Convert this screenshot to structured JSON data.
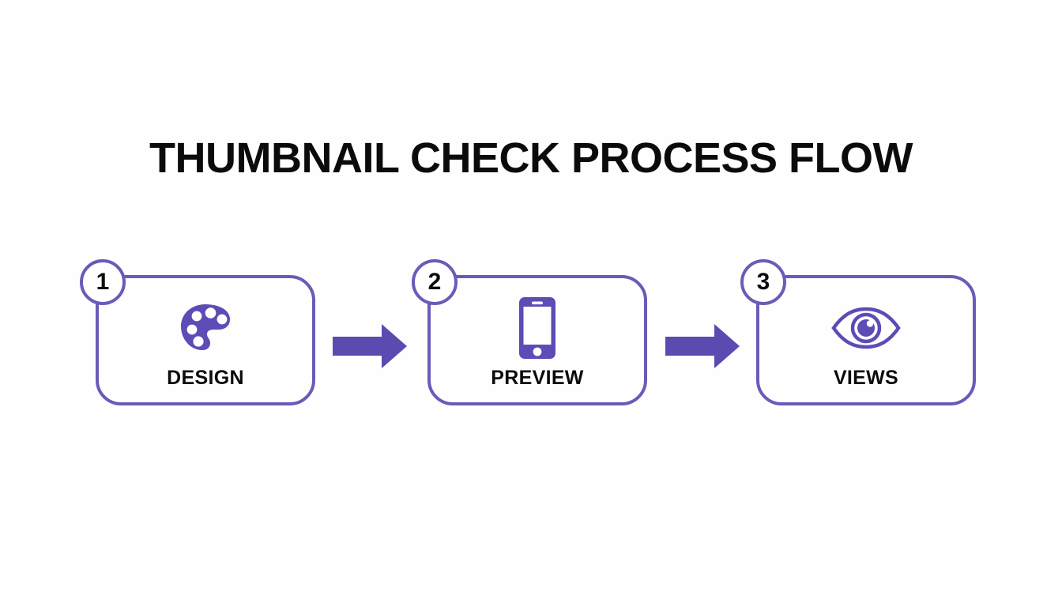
{
  "slide": {
    "background_color": "#fefefe",
    "title": "THUMBNAIL CHECK PROCESS FLOW",
    "accent_color": "#6c5ab8",
    "arrow_color": "#5b4bb0",
    "text_color": "#0b0b0b"
  },
  "steps": [
    {
      "number": "1",
      "label": "DESIGN",
      "icon": "palette-icon"
    },
    {
      "number": "2",
      "label": "PREVIEW",
      "icon": "smartphone-icon"
    },
    {
      "number": "3",
      "label": "VIEWS",
      "icon": "eye-icon"
    }
  ],
  "connectors": [
    {
      "icon": "arrow-right-icon",
      "from": "1",
      "to": "2"
    },
    {
      "icon": "arrow-right-icon",
      "from": "2",
      "to": "3"
    }
  ]
}
